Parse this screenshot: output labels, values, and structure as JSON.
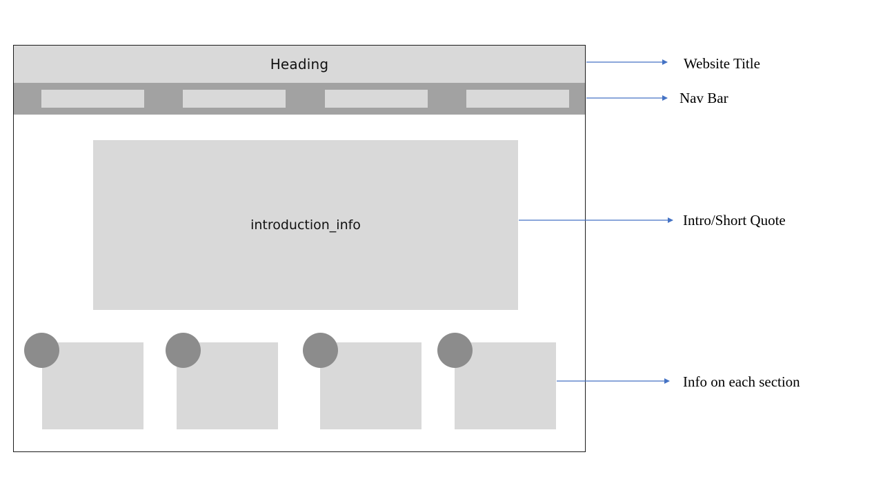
{
  "wireframe": {
    "heading": "Heading",
    "nav_items": [
      "",
      "",
      "",
      ""
    ],
    "intro_text": "introduction_info",
    "sections": [
      "",
      "",
      "",
      ""
    ]
  },
  "annotations": {
    "website_title": "Website Title",
    "nav_bar": "Nav Bar",
    "intro": "Intro/Short Quote",
    "sections": "Info on each section"
  },
  "colors": {
    "heading_bg": "#d9d9d9",
    "nav_bg": "#a2a2a2",
    "box_fill": "#d9d9d9",
    "circle_fill": "#8c8c8c",
    "arrow": "#4472c4"
  }
}
